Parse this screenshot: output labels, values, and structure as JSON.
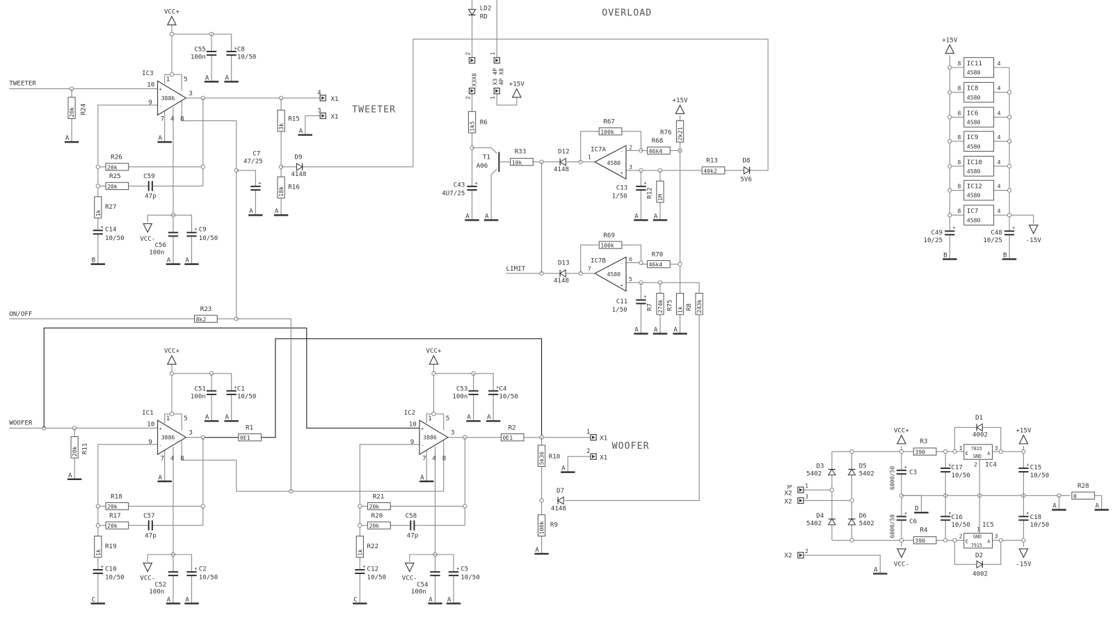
{
  "titles": {
    "overload": "OVERLOAD",
    "tweeter": "TWEETER",
    "woofer": "WOOFER"
  },
  "nets": {
    "tweeter_in": "TWEETER",
    "woofer_in": "WOOFER",
    "onoff": "ON/OFF",
    "limit": "LIMIT"
  },
  "supplies": {
    "vcc_pos": "VCC+",
    "vcc_neg": "VCC-",
    "p15": "+15V",
    "n15": "-15V"
  },
  "grounds": {
    "a": "A",
    "b": "B",
    "c": "C",
    "d": "D"
  },
  "amp_pins": {
    "p10": "10",
    "p9": "9",
    "p1": "1",
    "p5": "5",
    "p3": "3",
    "p7": "7",
    "p4": "4",
    "p8": "8",
    "plus": "+",
    "minus": "-"
  },
  "amps": [
    {
      "ic": "IC3",
      "part": "3886",
      "c_a": "C55",
      "c_a_val": "100n",
      "c_b": "C8",
      "c_b_val": "10/50",
      "r_fb1": "R26",
      "r_fb1_val": "20k",
      "r_fb2": "R25",
      "r_fb2_val": "20k",
      "c_fb": "C59",
      "c_fb_val": "47p",
      "r_g": "R27",
      "r_g_val": "1k",
      "c_g": "C14",
      "c_g_val": "10/50",
      "c_d1": "C56",
      "c_d1_val": "100n",
      "c_d2": "C9",
      "c_d2_val": "10/50",
      "gnd": "B"
    },
    {
      "ic": "IC1",
      "part": "3886",
      "c_a": "C51",
      "c_a_val": "100n",
      "c_b": "C1",
      "c_b_val": "10/50",
      "r_fb1": "R18",
      "r_fb1_val": "20k",
      "r_fb2": "R17",
      "r_fb2_val": "20k",
      "c_fb": "C57",
      "c_fb_val": "47p",
      "r_g": "R19",
      "r_g_val": "1k",
      "c_g": "C10",
      "c_g_val": "10/50",
      "c_d1": "C52",
      "c_d1_val": "100n",
      "c_d2": "C2",
      "c_d2_val": "10/50",
      "gnd": "C"
    },
    {
      "ic": "IC2",
      "part": "3886",
      "c_a": "C53",
      "c_a_val": "100n",
      "c_b": "C4",
      "c_b_val": "10/50",
      "r_fb1": "R21",
      "r_fb1_val": "20k",
      "r_fb2": "R20",
      "r_fb2_val": "20k",
      "c_fb": "C58",
      "c_fb_val": "47p",
      "r_g": "R22",
      "r_g_val": "1k",
      "c_g": "C12",
      "c_g_val": "10/50",
      "c_d1": "C54",
      "c_d1_val": "100n",
      "c_d2": "C5",
      "c_d2_val": "10/50",
      "gnd": "C"
    }
  ],
  "tweeter": {
    "r24": "R24",
    "r24_val": "20k",
    "r15": "R15",
    "r15_val": "3k",
    "r16": "R16",
    "r16_val": "18k",
    "c7": "C7",
    "c7_val": "47/25",
    "d9": "D9",
    "d9_val": "4148",
    "x1": "X1",
    "x1_pin4": "4",
    "x1_pin3": "3"
  },
  "woofer": {
    "r11": "R11",
    "r11_val": "20k",
    "r1": "R1",
    "r1_val": "0E1",
    "r2": "R2",
    "r2_val": "0E1",
    "r10": "R10",
    "r10_val": "5k36",
    "r9": "R9",
    "r9_val": "100k",
    "d7": "D7",
    "d7_val": "4148",
    "r23": "R23",
    "r23_val": "8k2",
    "x1": "X1",
    "x1_pin1": "1",
    "x1_pin2": "2"
  },
  "overload": {
    "ld2": "LD2",
    "ld2_val": "RD",
    "x3a": "X3X8",
    "x3b": "X3 4P",
    "x3c": "4P X8",
    "pin2": "2",
    "pin1": "1",
    "r6": "R6",
    "r6_val": "1k5",
    "t1": "T1",
    "t1_val": "A06",
    "c43": "C43",
    "c43_val": "4U7/25",
    "r33": "R33",
    "r33_val": "10k",
    "d12": "D12",
    "d12_val": "4148",
    "ic7a": "IC7A",
    "ic7a_part": "4580",
    "pa1": "1",
    "pa2": "2",
    "pa3": "3",
    "r67": "R67",
    "r67_val": "100k",
    "r68": "R68",
    "r68_val": "46k4",
    "r76": "R76",
    "r76_val": "2k21",
    "c13": "C13",
    "c13_val": "1/50",
    "r12": "R12",
    "r12_val": "1M",
    "r13": "R13",
    "r13_val": "40k2",
    "d8": "D8",
    "d8_val": "5V6",
    "d13": "D13",
    "d13_val": "4148",
    "ic7b": "IC7B",
    "ic7b_part": "4580",
    "pb7": "7",
    "pb6": "6",
    "pb5": "5",
    "r69": "R69",
    "r69_val": "100k",
    "r70": "R70",
    "r70_val": "46k4",
    "c11": "C11",
    "c11_val": "1/50",
    "r7": "R7",
    "r7_val": "274k",
    "r75": "R75",
    "r75_val": "1k",
    "r8": "R8",
    "r8_val": "243k"
  },
  "supply_ics": {
    "items": [
      {
        "name": "IC11"
      },
      {
        "name": "IC8"
      },
      {
        "name": "IC6"
      },
      {
        "name": "IC9"
      },
      {
        "name": "IC10"
      },
      {
        "name": "IC12"
      },
      {
        "name": "IC7"
      }
    ],
    "part": "4580",
    "pin_pos": "8",
    "pin_neg": "4",
    "c49": "C49",
    "c49_val": "10/25",
    "c48": "C48",
    "c48_val": "10/25"
  },
  "psu": {
    "d3": "D3",
    "d4": "D4",
    "d5": "D5",
    "d6": "D6",
    "bridge_val": "5402",
    "x2": "X2",
    "x2_type": "3P",
    "x2_p1": "1",
    "x2_p3": "3",
    "x2_p2": "2",
    "c3": "C3",
    "c6": "C6",
    "bulk_val": "6800/50",
    "r3": "R3",
    "r3_val": "390",
    "r4": "R4",
    "r4_val": "390",
    "c17": "C17",
    "c16": "C16",
    "c15": "C15",
    "c18": "C18",
    "cap_val": "10/50",
    "ic4": "IC4",
    "ic4_part": "7815",
    "ic5": "IC5",
    "ic5_part": "7915",
    "reg_e": "E",
    "reg_a": "A",
    "reg_gnd": "GND",
    "rp1": "1",
    "rp2": "2",
    "rp3": "3",
    "d1": "D1",
    "d2": "D2",
    "diode_val": "4002",
    "r28": "R28",
    "r28_val": "0"
  }
}
